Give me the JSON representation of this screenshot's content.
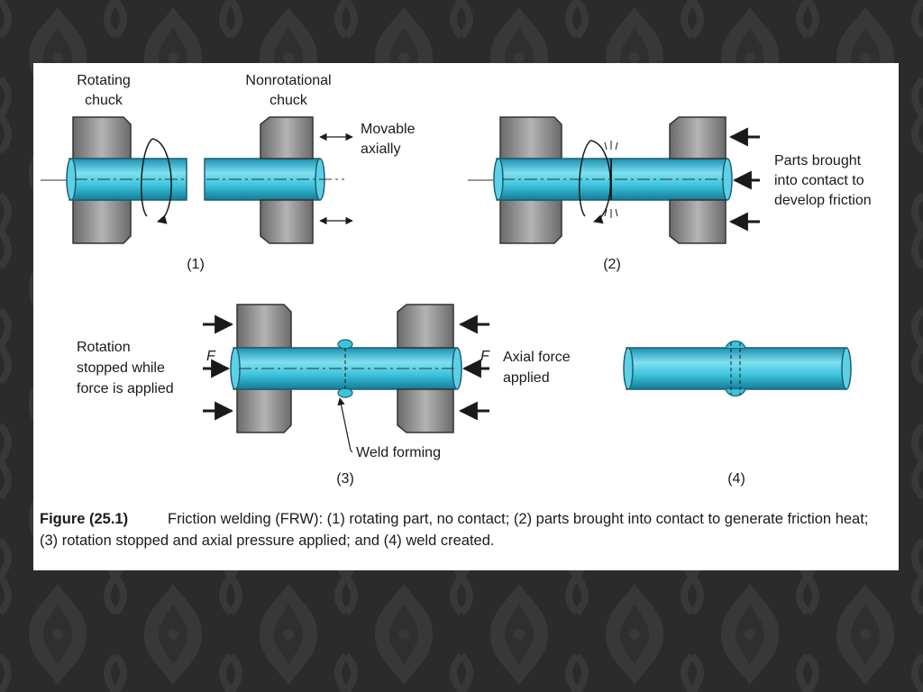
{
  "colors": {
    "background": "#2b2b2b",
    "damask": "#3a3a3a",
    "panel": "#ffffff",
    "workpiece": "#3cc3dc",
    "chuck": "#8a8a8a",
    "ink": "#1a1a1a"
  },
  "stage1": {
    "rotating_chuck_label": [
      "Rotating",
      "chuck"
    ],
    "nonrotational_chuck_label": [
      "Nonrotational",
      "chuck"
    ],
    "movable_label": [
      "Movable",
      "axially"
    ],
    "number": "(1)"
  },
  "stage2": {
    "parts_label": [
      "Parts brought",
      "into contact to",
      "develop friction"
    ],
    "number": "(2)"
  },
  "stage3": {
    "rotation_label": [
      "Rotation",
      "stopped while",
      "force is applied"
    ],
    "force_left": "F",
    "force_right": "F",
    "axial_label": [
      "Axial force",
      "applied"
    ],
    "weld_label": "Weld forming",
    "number": "(3)"
  },
  "stage4": {
    "number": "(4)"
  },
  "caption": {
    "lead": "Figure (25.1)",
    "text": "Friction welding (FRW): (1) rotating part, no contact; (2) parts brought into contact to generate friction heat; (3) rotation stopped and axial pressure applied; and (4) weld created."
  }
}
